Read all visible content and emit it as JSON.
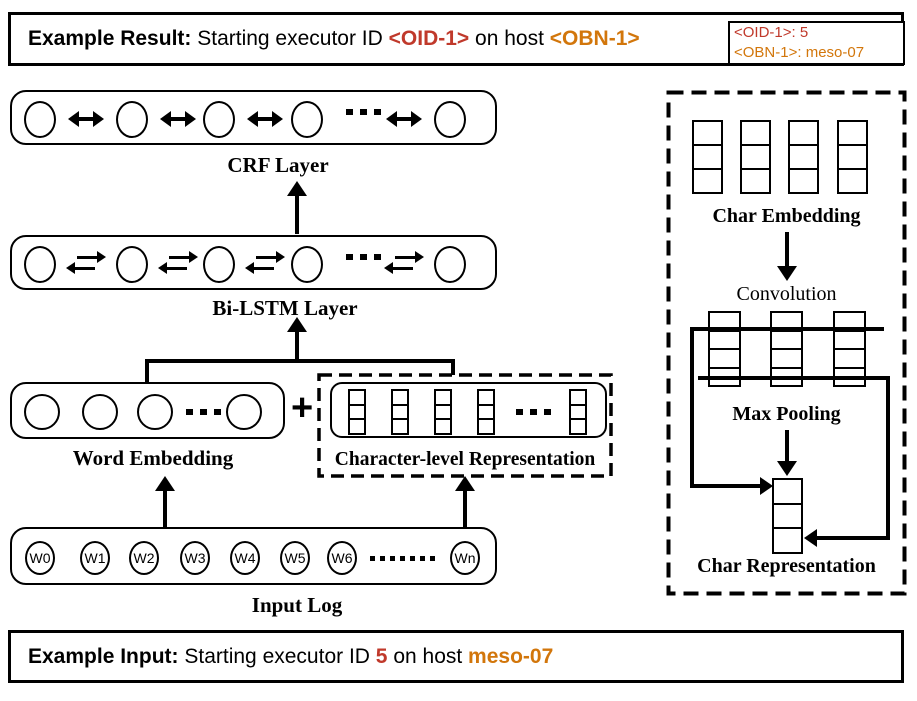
{
  "colors": {
    "red": "#c0392b",
    "orange": "#d2760b",
    "black": "#000000"
  },
  "result_banner": {
    "label": "Example Result:",
    "text_before": " Starting executor ID ",
    "oid_token": "<OID-1>",
    "text_middle": " on host ",
    "obn_token": "<OBN-1>",
    "mapping_box": {
      "line1": "<OID-1>: 5",
      "line2": "<OBN-1>: meso-07"
    }
  },
  "crf_layer": {
    "label": "CRF Layer"
  },
  "bilstm_layer": {
    "label": "Bi-LSTM Layer"
  },
  "word_embedding": {
    "label": "Word Embedding"
  },
  "plus_sign": "+",
  "char_level_representation": {
    "label": "Character-level Representation"
  },
  "input_log": {
    "label": "Input Log",
    "words": [
      "W0",
      "W1",
      "W2",
      "W3",
      "W4",
      "W5",
      "W6",
      "Wn"
    ]
  },
  "char_panel": {
    "char_embedding_label": "Char Embedding",
    "convolution_label": "Convolution",
    "max_pooling_label": "Max Pooling",
    "char_representation_label": "Char Representation"
  },
  "input_banner": {
    "label": "Example Input:",
    "text_before": " Starting executor ID ",
    "id_value": "5",
    "text_middle": " on host ",
    "host_value": "meso-07"
  }
}
